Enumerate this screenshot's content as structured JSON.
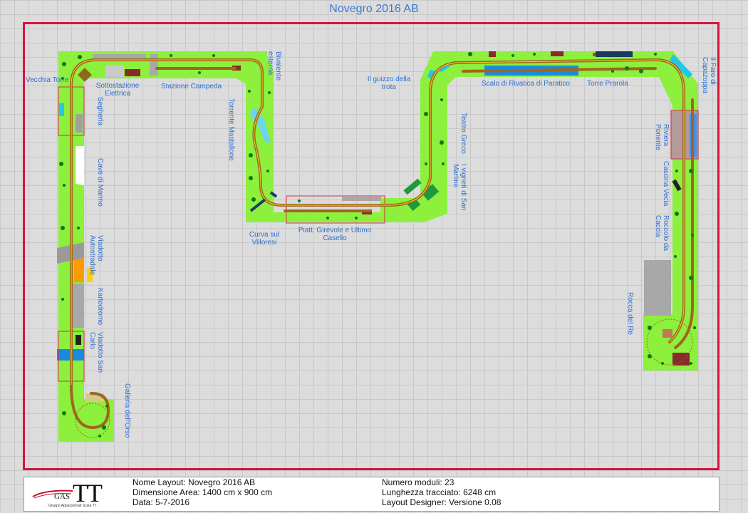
{
  "title": "Novegro 2016 AB",
  "labels": {
    "vecchia_torre": "Vecchia Torre",
    "sottostazione": "Sottostazione Elettrica",
    "stazione_campeda": "Stazione Campeda",
    "bivalente": "Bivalente esterna",
    "guizzo": "Il guizzo della trota",
    "scalo_rivatica": "Scalo di Rivatica di Paratico",
    "torre_prarola": "Torre Prarola",
    "faro": "Il Faro di Capazoppa",
    "segheria": "Segheria",
    "torrente": "Torrente Mastallone",
    "teatro_greco": "Teatro Greco",
    "vigneti": "I vigneti di San Martino",
    "riviera_ponente": "Riviera Ponente",
    "cave_marmo": "Cave di Marmo",
    "cascina": "Cascina Vecia",
    "roccolo": "Roccolo da Caccia",
    "curva_villoresi": "Curva sul Villoresi",
    "piatt_girevole": "Piatt. Girevole e Ultimo Casello",
    "viadotto_autostradale": "Viadotto Autostradale",
    "kartodromo": "Kartodromo",
    "rocca_re": "Rocca del Re",
    "viadotto_san_carlo": "Viadotto San Carlo",
    "galleria_orso": "Galleria dell'Orso"
  },
  "footer": {
    "logo_text": "TT",
    "logo_gas": "GAS",
    "logo_sub": "Gruppo Appassionati Scala TT",
    "nome_layout": "Nome Layout: Novegro 2016 AB",
    "dimensione": "Dimensione Area: 1400 cm x 900 cm",
    "data": "Data: 5-7-2016",
    "numero_moduli": "Numero moduli: 23",
    "lunghezza": "Lunghezza tracciato: 6248 cm",
    "designer": "Layout Designer: Versione 0.08"
  },
  "colors": {
    "module_green": "#8cf03c",
    "track_brown": "#a0661e",
    "area_border": "#d6143c",
    "label_blue": "#2f6fd0"
  }
}
